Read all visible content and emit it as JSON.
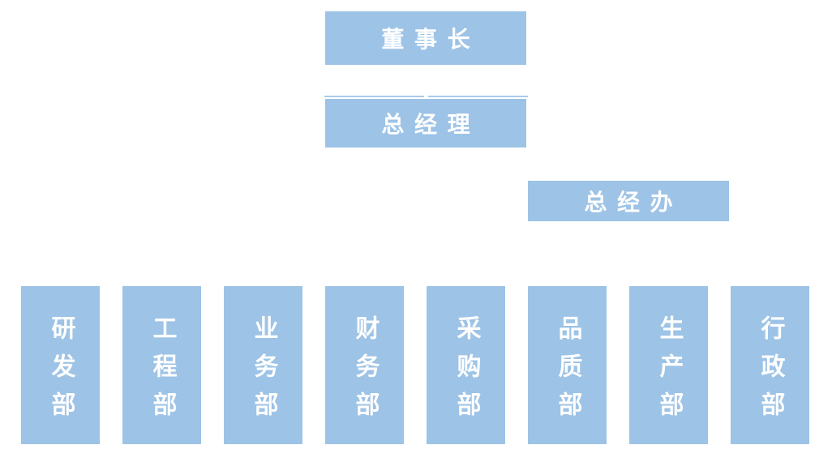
{
  "org_chart": {
    "chairman": {
      "label": "董事长"
    },
    "general_manager": {
      "label": "总经理"
    },
    "gm_office": {
      "label": "总经办"
    },
    "departments": [
      {
        "label": "研发部"
      },
      {
        "label": "工程部"
      },
      {
        "label": "业务部"
      },
      {
        "label": "财务部"
      },
      {
        "label": "采购部"
      },
      {
        "label": "品质部"
      },
      {
        "label": "生产部"
      },
      {
        "label": "行政部"
      }
    ],
    "colors": {
      "box_fill": "#9DC3E6",
      "text": "#FFFFFF",
      "connector": "#A9CBEA",
      "background": "#FFFFFF"
    }
  }
}
